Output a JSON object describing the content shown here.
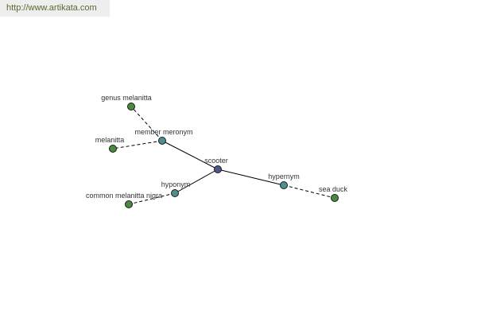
{
  "site": {
    "url_text": "http://www.artikata.com"
  },
  "colors": {
    "background": "#ffffff",
    "banner_bg": "#eeeeee",
    "url_color": "#556b2f",
    "center_node_fill": "#4a5a8c",
    "relation_node_fill": "#4f8f8f",
    "term_node_fill": "#4a8a3f",
    "solid_edge": "#000000",
    "dashed_edge": "#000000"
  },
  "graph": {
    "center": {
      "id": "scooter",
      "label": "scooter",
      "kind": "center"
    },
    "relations": [
      {
        "id": "member_meronym",
        "label": "member meronym",
        "kind": "relation",
        "terms": [
          {
            "id": "genus_melanitta",
            "label": "genus melanitta",
            "kind": "term"
          },
          {
            "id": "melanitta",
            "label": "melanitta",
            "kind": "term"
          }
        ]
      },
      {
        "id": "hyponym",
        "label": "hyponym",
        "kind": "relation",
        "terms": [
          {
            "id": "common_melanitta_nigra",
            "label": "common melanitta nigra",
            "kind": "term"
          }
        ]
      },
      {
        "id": "hypernym",
        "label": "hypernym",
        "kind": "relation",
        "terms": [
          {
            "id": "sea_duck",
            "label": "sea duck",
            "kind": "term"
          }
        ]
      }
    ]
  }
}
